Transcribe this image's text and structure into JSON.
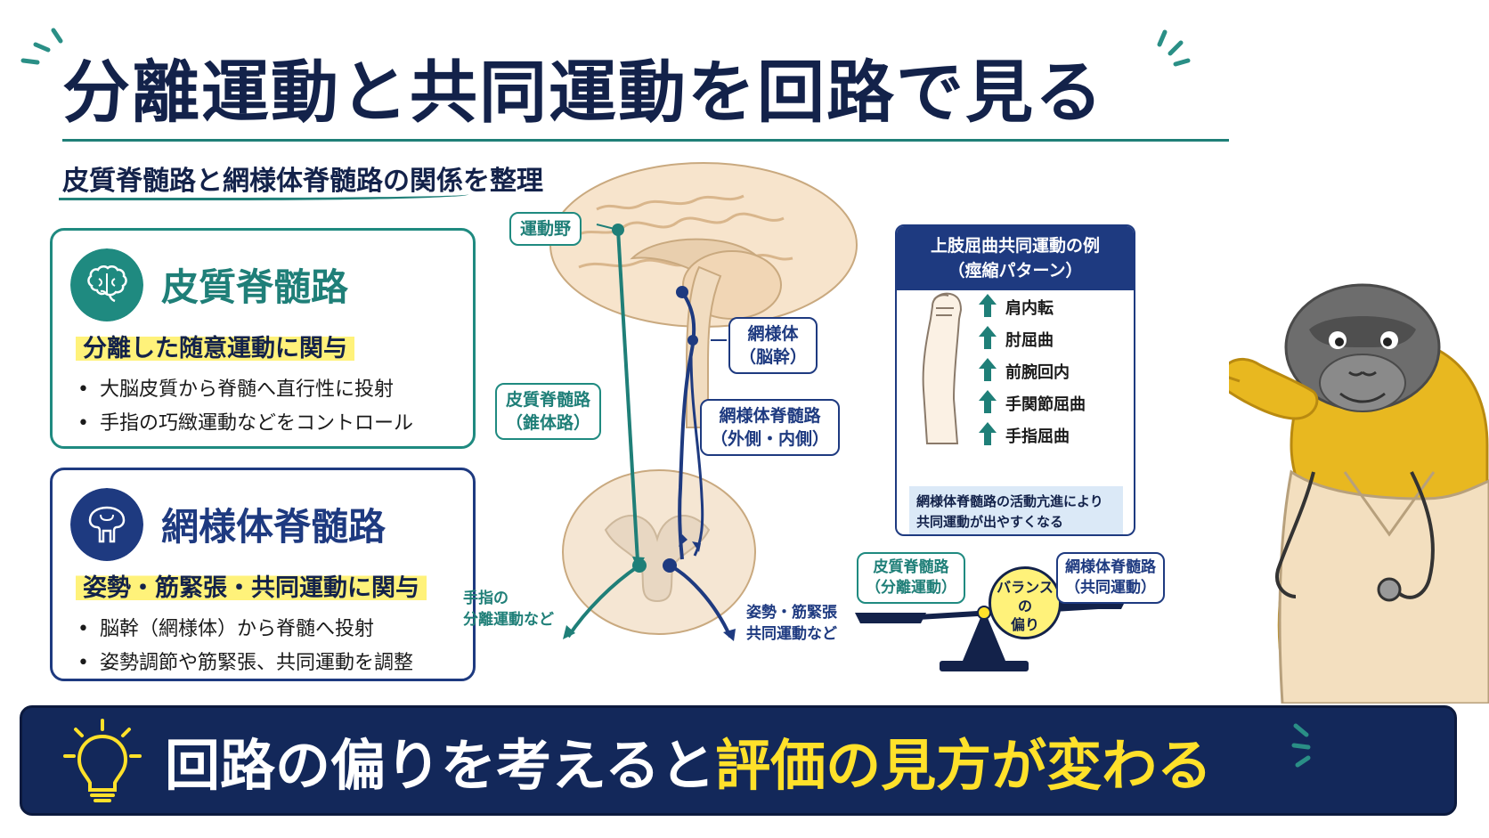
{
  "title": "分離運動と共同運動を回路で見る",
  "subtitle": "皮質脊髄路と網様体脊髄路の関係を整理",
  "cards": {
    "corticospinal": {
      "title": "皮質脊髄路",
      "highlight": "分離した随意運動に関与",
      "bullets": [
        "大脳皮質から脊髄へ直行性に投射",
        "手指の巧緻運動などをコントロール"
      ]
    },
    "reticulospinal": {
      "title": "網様体脊髄路",
      "highlight": "姿勢・筋緊張・共同運動に関与",
      "bullets": [
        "脳幹（網様体）から脊髄へ投射",
        "姿勢調節や筋緊張、共同運動を調整"
      ]
    }
  },
  "diagram": {
    "motor_area": "運動野",
    "cst_label_1": "皮質脊髄路",
    "cst_label_2": "（錐体路）",
    "rf_label_1": "網様体",
    "rf_label_2": "（脳幹）",
    "rst_label_1": "網様体脊髄路",
    "rst_label_2": "（外側・内側）",
    "out_left_1": "手指の",
    "out_left_2": "分離運動など",
    "out_right_1": "姿勢・筋緊張",
    "out_right_2": "共同運動など"
  },
  "example": {
    "title_1": "上肢屈曲共同運動の例",
    "title_2": "（痙縮パターン）",
    "items": [
      "肩内転",
      "肘屈曲",
      "前腕回内",
      "手関節屈曲",
      "手指屈曲"
    ],
    "note_1": "網様体脊髄路の活動亢進により",
    "note_2": "共同運動が出やすくなる"
  },
  "balance": {
    "left_1": "皮質脊髄路",
    "left_2": "（分離運動）",
    "center_1": "バランスの",
    "center_2": "偏り",
    "right_1": "網様体脊髄路",
    "right_2": "（共同運動）"
  },
  "bottom": {
    "part1": "回路の偏りを考えると",
    "part2": "評価の見方が変わる"
  },
  "colors": {
    "navy": "#13224a",
    "teal": "#1f7f78",
    "blue": "#1e3a80",
    "yellow_highlight": "#fff27a",
    "gorilla_fur": "#e8b820"
  },
  "icons": [
    "brain-icon",
    "brainstem-icon",
    "lightbulb-icon",
    "arrow-up-icon"
  ]
}
